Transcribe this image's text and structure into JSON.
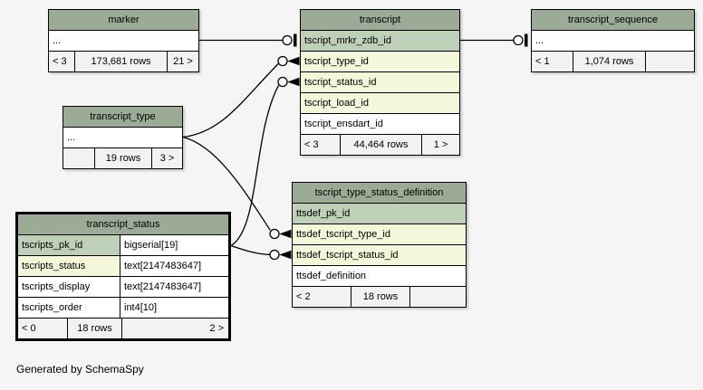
{
  "page": {
    "footer_note": "Generated by SchemaSpy"
  },
  "colors": {
    "table_header": "#9bab96",
    "primary_key_row": "#bed1b8",
    "indexed_row": "#f4f7da",
    "normal_row": "#ffffff",
    "footer_row": "#f2f2f2",
    "border": "#000000",
    "page_background": "#f5f5f5"
  },
  "tables": {
    "marker": {
      "title": "marker",
      "columns": [
        {
          "name": "...",
          "kind": "elided-columns"
        }
      ],
      "footer": [
        "< 3",
        "173,681 rows",
        "21 >"
      ]
    },
    "transcript": {
      "title": "transcript",
      "columns": [
        {
          "name": "tscript_mrkr_zdb_id",
          "kind": "primary-key"
        },
        {
          "name": "tscript_type_id",
          "kind": "indexed"
        },
        {
          "name": "tscript_status_id",
          "kind": "indexed"
        },
        {
          "name": "tscript_load_id",
          "kind": "indexed"
        },
        {
          "name": "tscript_ensdart_id",
          "kind": "normal"
        }
      ],
      "footer": [
        "< 3",
        "44,464 rows",
        "1 >"
      ]
    },
    "transcript_sequence": {
      "title": "transcript_sequence",
      "columns": [
        {
          "name": "...",
          "kind": "elided-columns"
        }
      ],
      "footer": [
        "< 1",
        "1,074 rows",
        ""
      ]
    },
    "transcript_type": {
      "title": "transcript_type",
      "columns": [
        {
          "name": "...",
          "kind": "elided-columns"
        }
      ],
      "footer": [
        "",
        "19 rows",
        "3 >"
      ]
    },
    "ttsdef": {
      "title": "tscript_type_status_definition",
      "columns": [
        {
          "name": "ttsdef_pk_id",
          "kind": "primary-key"
        },
        {
          "name": "ttsdef_tscript_type_id",
          "kind": "indexed"
        },
        {
          "name": "ttsdef_tscript_status_id",
          "kind": "indexed"
        },
        {
          "name": "ttsdef_definition",
          "kind": "normal"
        }
      ],
      "footer": [
        "< 2",
        "18 rows",
        ""
      ]
    },
    "transcript_status": {
      "title": "transcript_status",
      "columns": [
        {
          "name": "tscripts_pk_id",
          "type": "bigserial[19]",
          "kind": "primary-key"
        },
        {
          "name": "tscripts_status",
          "type": "text[2147483647]",
          "kind": "indexed"
        },
        {
          "name": "tscripts_display",
          "type": "text[2147483647]",
          "kind": "normal"
        },
        {
          "name": "tscripts_order",
          "type": "int4[10]",
          "kind": "normal"
        }
      ],
      "footer": [
        "< 0",
        "18 rows",
        "2 >"
      ]
    }
  },
  "relations": [
    {
      "from": "marker",
      "to": "transcript.tscript_mrkr_zdb_id",
      "end_marker": "one"
    },
    {
      "from": "transcript.tscript_mrkr_zdb_id",
      "to": "transcript_sequence",
      "end_marker": "one"
    },
    {
      "from": "transcript_type",
      "to": "transcript.tscript_type_id",
      "end_marker": "many"
    },
    {
      "from": "transcript_type",
      "to": "tscript_type_status_definition.ttsdef_tscript_type_id",
      "end_marker": "many"
    },
    {
      "from": "transcript_status.tscripts_pk_id",
      "to": "transcript.tscript_status_id",
      "end_marker": "many"
    },
    {
      "from": "transcript_status.tscripts_pk_id",
      "to": "tscript_type_status_definition.ttsdef_tscript_status_id",
      "end_marker": "many"
    }
  ]
}
